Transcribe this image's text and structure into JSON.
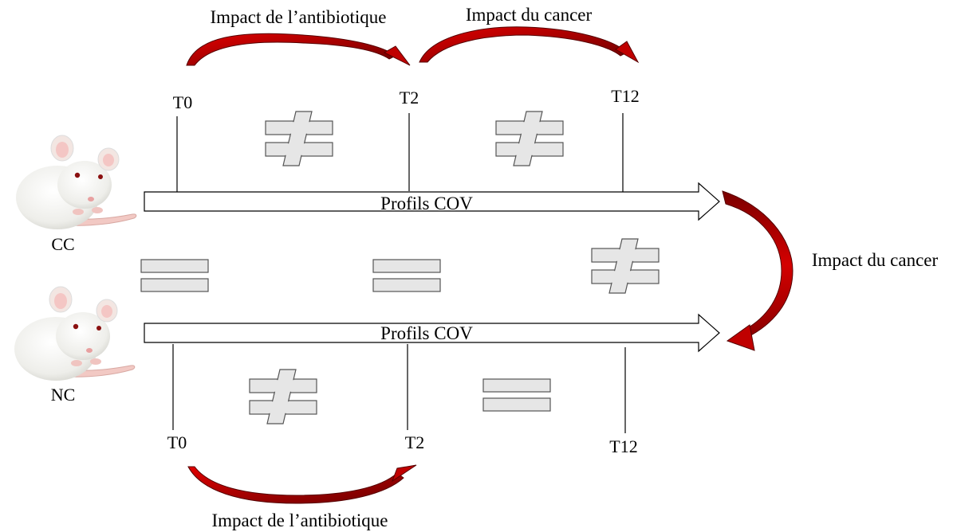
{
  "top_row": {
    "time_labels": {
      "t0": "T0",
      "t2": "T2",
      "t12": "T12"
    },
    "arrow_label_1": "Impact de l’antibiotique",
    "arrow_label_2": "Impact du cancer",
    "band_label": "Profils COV",
    "group_label": "CC",
    "comparison_signs": [
      "not-equal",
      "not-equal"
    ]
  },
  "bottom_row": {
    "time_labels": {
      "t0": "T0",
      "t2": "T2",
      "t12": "T12"
    },
    "arrow_label": "Impact de l’antibiotique",
    "band_label": "Profils COV",
    "group_label": "NC",
    "comparison_signs": [
      "not-equal",
      "equal"
    ]
  },
  "between_groups": {
    "comparison_signs": [
      "equal",
      "equal",
      "not-equal"
    ],
    "side_arrow_label": "Impact du cancer"
  },
  "colors": {
    "arrow_red": "#c00000",
    "arrow_dark": "#6b0000",
    "sign_fill": "#e6e6e6",
    "sign_stroke": "#555555"
  },
  "icons": [
    "mouse-icon",
    "mouse-icon"
  ]
}
